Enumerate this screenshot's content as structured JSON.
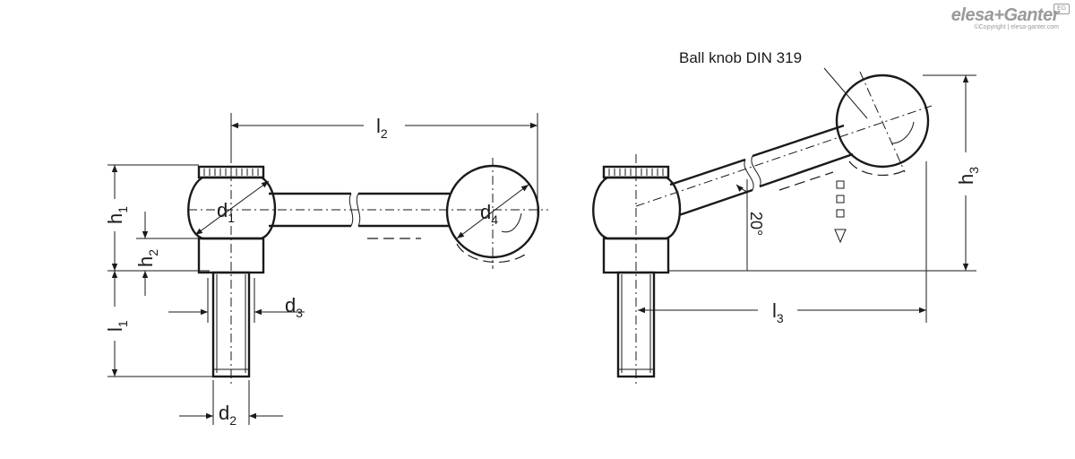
{
  "brand": {
    "name": "elesa+Ganter",
    "copyright": "©Copyright | elesa-ganter.com",
    "badge": "EG"
  },
  "callout": {
    "text": "Ball knob DIN 319"
  },
  "dimensions": {
    "l2": {
      "main": "l",
      "sub": "2"
    },
    "l3": {
      "main": "l",
      "sub": "3"
    },
    "l1": {
      "main": "l",
      "sub": "1"
    },
    "h1": {
      "main": "h",
      "sub": "1"
    },
    "h2": {
      "main": "h",
      "sub": "2"
    },
    "h3": {
      "main": "h",
      "sub": "3"
    },
    "d1": {
      "main": "d",
      "sub": "1"
    },
    "d2": {
      "main": "d",
      "sub": "2"
    },
    "d3": {
      "main": "d",
      "sub": "3"
    },
    "d4": {
      "main": "d",
      "sub": "4"
    },
    "angle": "20°"
  },
  "colors": {
    "line": "#1a1a1a",
    "brand": "#9a9a9a"
  }
}
